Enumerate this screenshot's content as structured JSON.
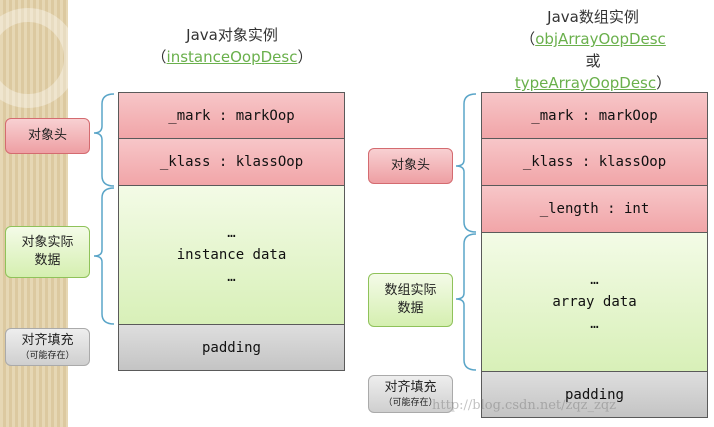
{
  "left": {
    "title": "Java对象实例",
    "subtitle_link": "instanceOopDesc",
    "rows": {
      "mark": "_mark : markOop",
      "klass": "_klass : klassOop",
      "data_dots_top": "…",
      "data": "instance data",
      "data_dots_bottom": "…",
      "padding": "padding"
    },
    "labels": {
      "header": "对象头",
      "data_line1": "对象实际",
      "data_line2": "数据",
      "padding": "对齐填充",
      "padding_note": "（可能存在）"
    }
  },
  "right": {
    "title": "Java数组实例",
    "subtitle_link1": "objArrayOopDesc",
    "or_text": "或",
    "subtitle_link2": "typeArrayOopDesc",
    "rows": {
      "mark": "_mark : markOop",
      "klass": "_klass : klassOop",
      "length": "_length : int",
      "data_dots_top": "…",
      "data": "array data",
      "data_dots_bottom": "…",
      "padding": "padding"
    },
    "labels": {
      "header": "对象头",
      "data_line1": "数组实际",
      "data_line2": "数据",
      "padding": "对齐填充",
      "padding_note": "（可能存在）"
    }
  },
  "paren_open": "（",
  "paren_close": "）",
  "watermark": "http://blog.csdn.net/zqz_zqz",
  "colors": {
    "header_fill": "#f1a5a8",
    "data_fill": "#d8f0b8",
    "padding_fill": "#c4c4c4",
    "brace": "#5aa5c8",
    "link": "#6ab04c"
  }
}
